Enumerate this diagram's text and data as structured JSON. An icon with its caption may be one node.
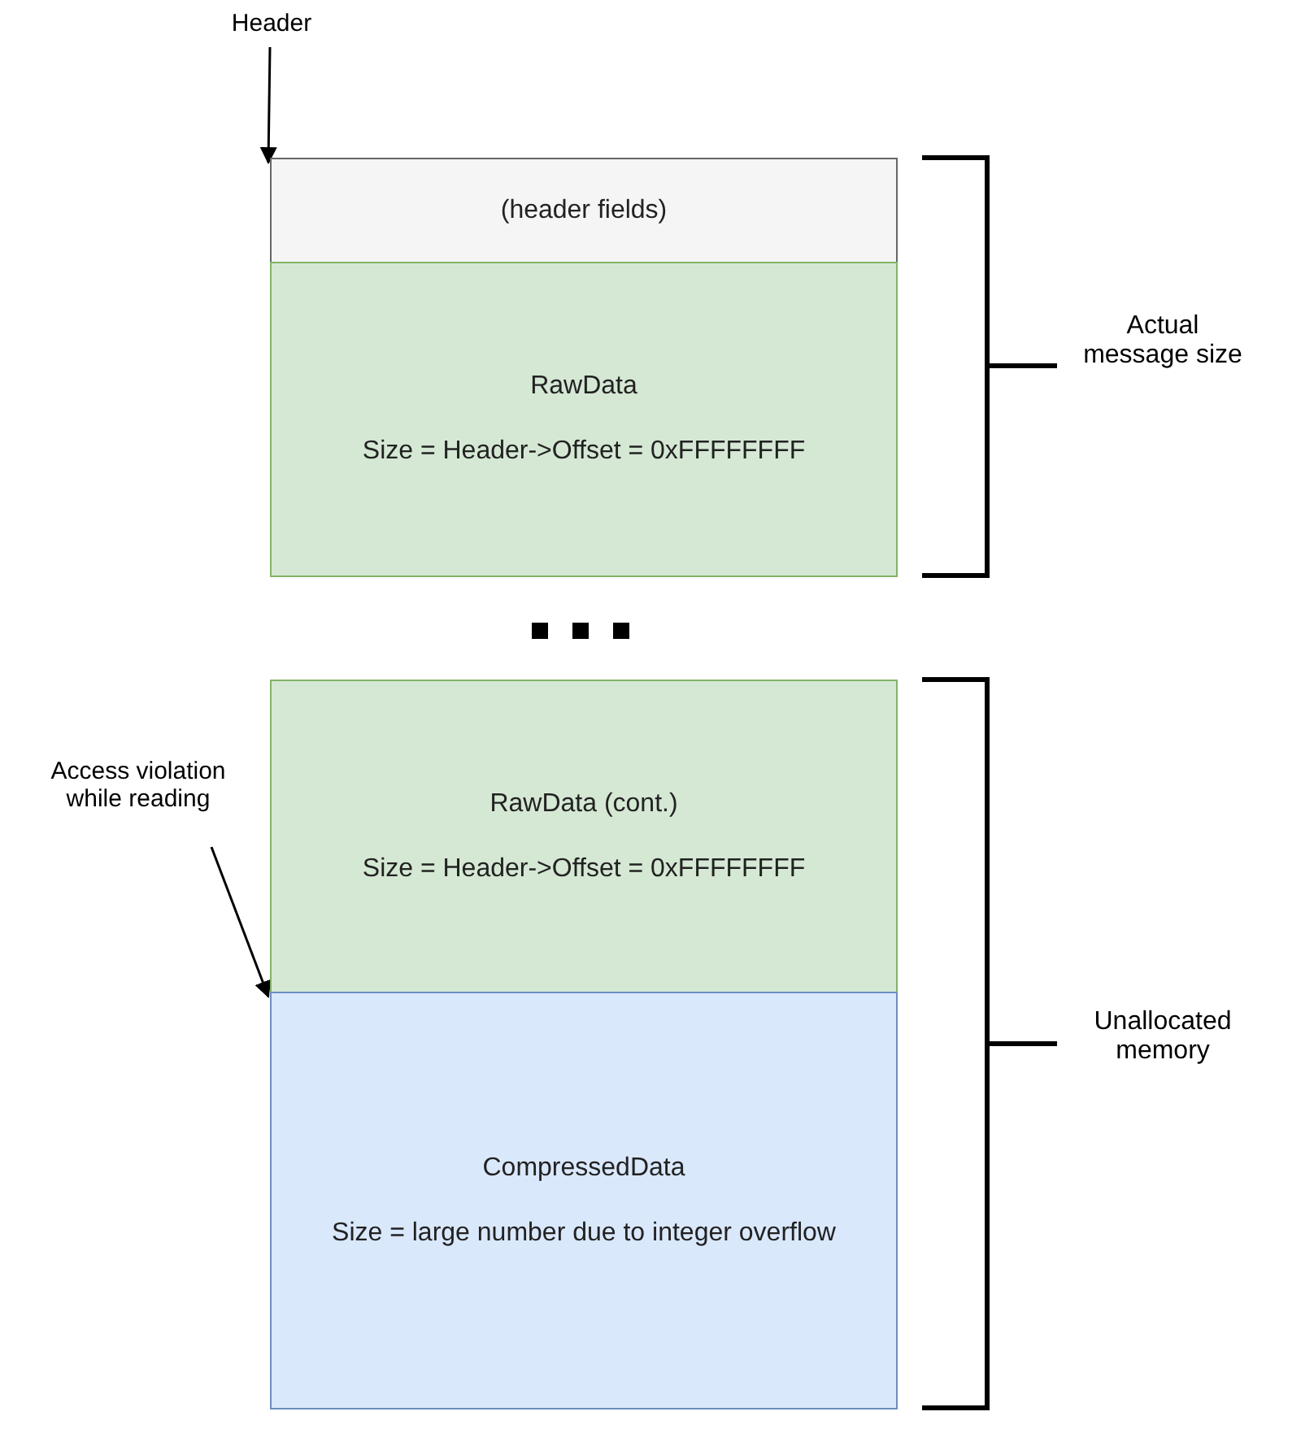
{
  "diagram": {
    "nodes": [
      {
        "text": [
          "Header"
        ]
      },
      {
        "text": [
          "(header fields)"
        ]
      },
      {
        "text": [
          "RawData",
          "Size = Header->Offset = 0xFFFFFFFF"
        ]
      },
      {
        "text": [
          "RawData (cont.)",
          "Size = Header->Offset = 0xFFFFFFFF"
        ]
      },
      {
        "text": [
          "CompressedData",
          "Size = large number due to integer overflow"
        ]
      },
      {
        "text": [
          "Access violation while reading"
        ]
      }
    ],
    "edges": [
      {
        "from": 0,
        "to": 1,
        "arrow": "to"
      },
      {
        "from": 5,
        "to": 4,
        "arrow": "to"
      }
    ],
    "labels": [
      "Actual message size",
      "Unallocated memory"
    ]
  }
}
